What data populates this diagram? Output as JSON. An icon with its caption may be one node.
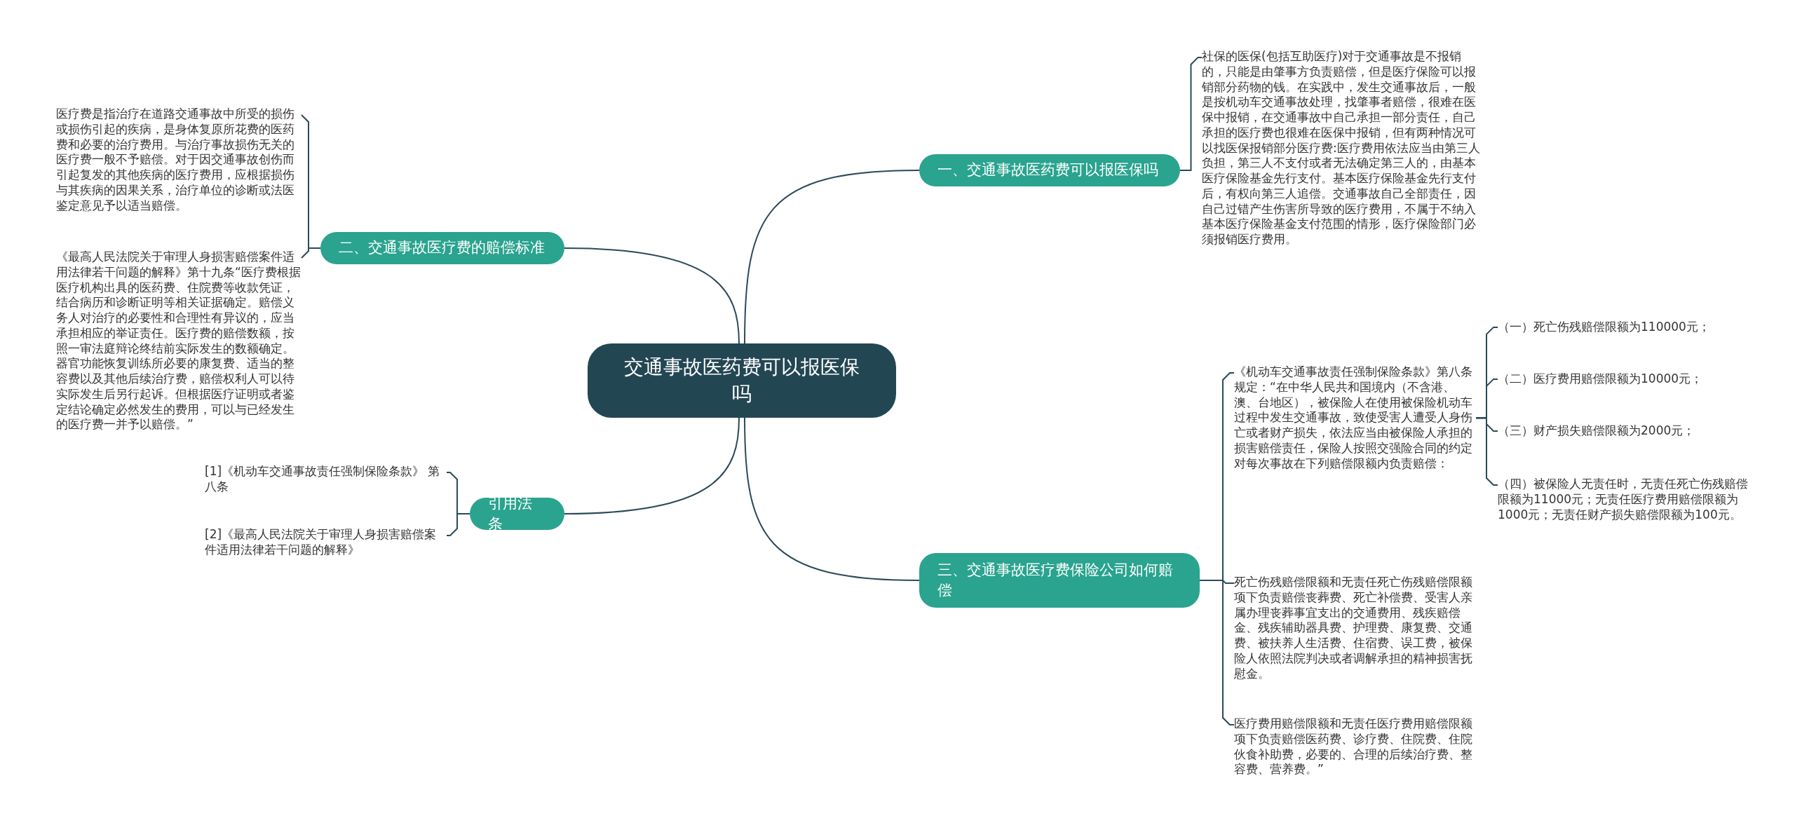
{
  "diagram": {
    "nodes": [
      {
        "text": [
          "交通事故医药费可以报医保吗"
        ]
      },
      {
        "text": [
          "一、交通事故医药费可以报医保吗"
        ]
      },
      {
        "text": [
          "社保的医保(包括互助医疗)对于交通事故是不报销的，只能是由肇事方负责赔偿，但是医疗保险可以报销部分药物的钱。在实践中，发生交通事故后，一般是按机动车交通事故处理，找肇事者赔偿，很难在医保中报销，在交通事故中自己承担一部分责任，自己承担的医疗费也很难在医保中报销，但有两种情况可以找医保报销部分医疗费:医疗费用依法应当由第三人负担，第三人不支付或者无法确定第三人的，由基本医疗保险基金先行支付。基本医疗保险基金先行支付后，有权向第三人追偿。交通事故自己全部责任，因自己过错产生伤害所导致的医疗费用，不属于不纳入基本医疗保险基金支付范围的情形，医疗保险部门必须报销医疗费用。"
        ]
      },
      {
        "text": [
          "二、交通事故医疗费的赔偿标准"
        ]
      },
      {
        "text": [
          "医疗费是指治疗在道路交通事故中所受的损伤或损伤引起的疾病，是身体复原所花费的医药费和必要的治疗费用。与治疗事故损伤无关的医疗费一般不予赔偿。对于因交通事故创伤而引起复发的其他疾病的医疗费用，应根据损伤与其疾病的因果关系，治疗单位的诊断或法医鉴定意见予以适当赔偿。"
        ]
      },
      {
        "text": [
          "《最高人民法院关于审理人身损害赔偿案件适用法律若干问题的解释》第十九条“医疗费根据医疗机构出具的医药费、住院费等收款凭证，结合病历和诊断证明等相关证据确定。赔偿义务人对治疗的必要性和合理性有异议的，应当承担相应的举证责任。医疗费的赔偿数额，按照一审法庭辩论终结前实际发生的数额确定。器官功能恢复训练所必要的康复费、适当的整容费以及其他后续治疗费，赔偿权利人可以待实际发生后另行起诉。但根据医疗证明或者鉴定结论确定必然发生的费用，可以与已经发生的医疗费一并予以赔偿。”"
        ]
      },
      {
        "text": [
          "三、交通事故医疗费保险公司如何赔偿"
        ]
      },
      {
        "text": [
          "《机动车交通事故责任强制保险条款》第八条规定：“在中华人民共和国境内（不含港、澳、台地区），被保险人在使用被保险机动车过程中发生交通事故，致使受害人遭受人身伤亡或者财产损失，依法应当由被保险人承担的损害赔偿责任，保险人按照交强险合同的约定对每次事故在下列赔偿限额内负责赔偿："
        ]
      },
      {
        "text": [
          "（一）死亡伤残赔偿限额为110000元；"
        ]
      },
      {
        "text": [
          "（二）医疗费用赔偿限额为10000元；"
        ]
      },
      {
        "text": [
          "（三）财产损失赔偿限额为2000元；"
        ]
      },
      {
        "text": [
          "（四）被保险人无责任时，无责任死亡伤残赔偿限额为11000元；无责任医疗费用赔偿限额为1000元；无责任财产损失赔偿限额为100元。"
        ]
      },
      {
        "text": [
          "死亡伤残赔偿限额和无责任死亡伤残赔偿限额项下负责赔偿丧葬费、死亡补偿费、受害人亲属办理丧葬事宜支出的交通费用、残疾赔偿金、残疾辅助器具费、护理费、康复费、交通费、被扶养人生活费、住宿费、误工费，被保险人依照法院判决或者调解承担的精神损害抚慰金。"
        ]
      },
      {
        "text": [
          "医疗费用赔偿限额和无责任医疗费用赔偿限额项下负责赔偿医药费、诊疗费、住院费、住院伙食补助费，必要的、合理的后续治疗费、整容费、营养费。”"
        ]
      },
      {
        "text": [
          "引用法条"
        ]
      },
      {
        "text": [
          "[1]《机动车交通事故责任强制保险条款》 第八条"
        ]
      },
      {
        "text": [
          "[2]《最高人民法院关于审理人身损害赔偿案件适用法律若干问题的解释》"
        ]
      }
    ],
    "edges": [
      {
        "from": 0,
        "to": 1,
        "arrow": "none"
      },
      {
        "from": 1,
        "to": 2,
        "arrow": "none"
      },
      {
        "from": 0,
        "to": 3,
        "arrow": "none"
      },
      {
        "from": 3,
        "to": 4,
        "arrow": "none"
      },
      {
        "from": 3,
        "to": 5,
        "arrow": "none"
      },
      {
        "from": 0,
        "to": 6,
        "arrow": "none"
      },
      {
        "from": 6,
        "to": 7,
        "arrow": "none"
      },
      {
        "from": 7,
        "to": 8,
        "arrow": "none"
      },
      {
        "from": 7,
        "to": 9,
        "arrow": "none"
      },
      {
        "from": 7,
        "to": 10,
        "arrow": "none"
      },
      {
        "from": 7,
        "to": 11,
        "arrow": "none"
      },
      {
        "from": 6,
        "to": 12,
        "arrow": "none"
      },
      {
        "from": 6,
        "to": 13,
        "arrow": "none"
      },
      {
        "from": 0,
        "to": 14,
        "arrow": "none"
      },
      {
        "from": 14,
        "to": 15,
        "arrow": "none"
      },
      {
        "from": 14,
        "to": 16,
        "arrow": "none"
      }
    ]
  }
}
